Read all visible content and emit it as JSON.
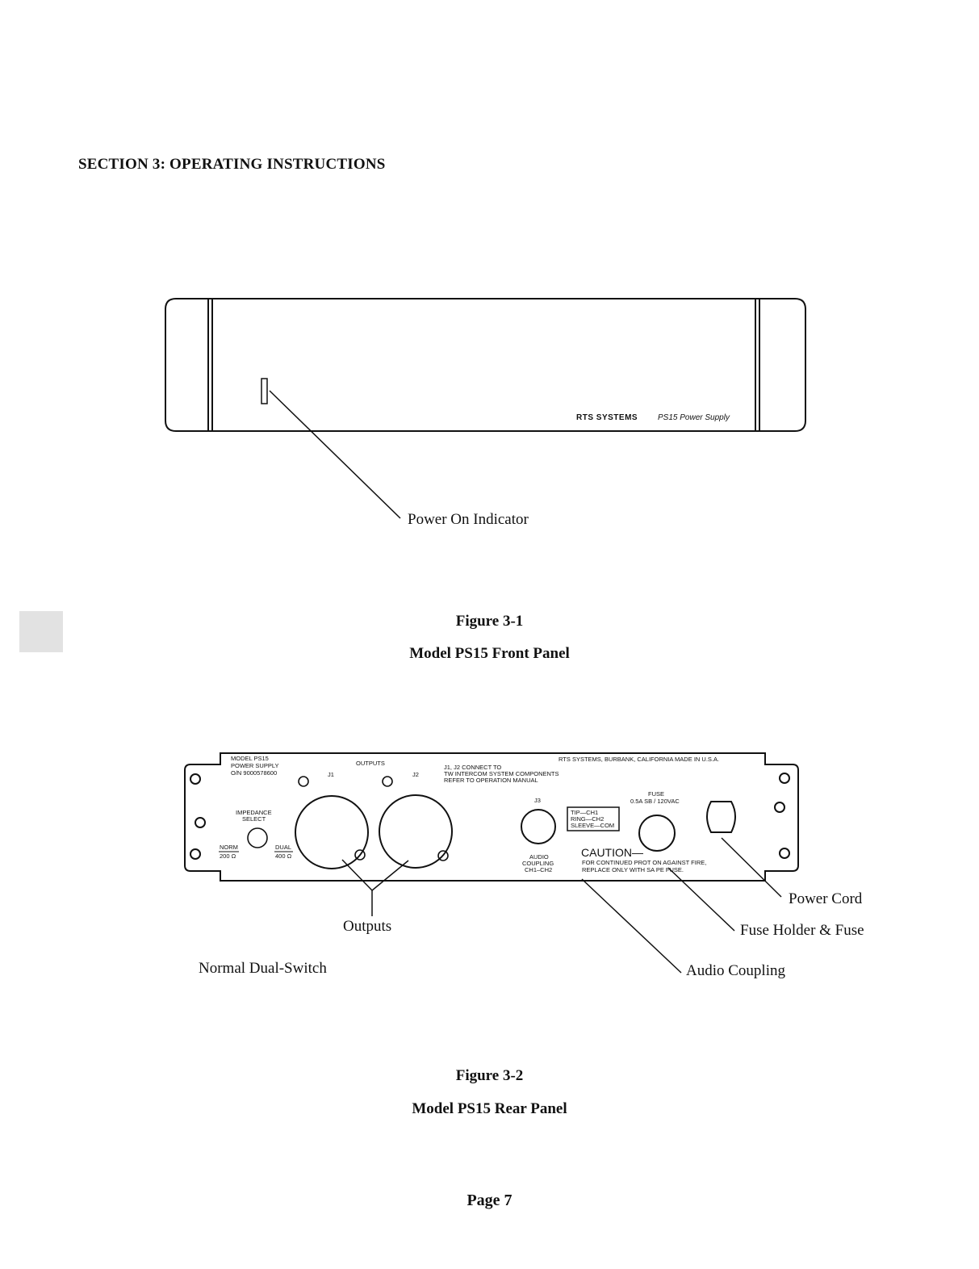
{
  "section_heading": "SECTION 3: OPERATING INSTRUCTIONS",
  "figure1": {
    "number": "Figure 3-1",
    "title": "Model PS15 Front Panel",
    "brand": "RTS SYSTEMS",
    "model_text": "PS15 Power Supply",
    "callout": "Power On Indicator"
  },
  "figure2": {
    "number": "Figure 3-2",
    "title": "Model PS15 Rear Panel",
    "panel": {
      "model_line1": "MODEL PS15",
      "model_line2": "POWER SUPPLY",
      "model_line3": "O/N 9000578600",
      "outputs": "OUTPUTS",
      "j1": "J1",
      "j2": "J2",
      "connect_line1": "J1, J2 CONNECT TO",
      "connect_line2": "TW INTERCOM SYSTEM COMPONENTS",
      "connect_line3": "REFER TO OPERATION MANUAL",
      "maker": "RTS SYSTEMS, BURBANK, CALIFORNIA   MADE IN U.S.A.",
      "impedance_line1": "IMPEDANCE",
      "impedance_line2": "SELECT",
      "norm": "NORM",
      "norm_value": "200 Ω",
      "dual": "DUAL",
      "dual_value": "400 Ω",
      "j3": "J3",
      "tip": "TIP—CH1",
      "ring": "RING—CH2",
      "sleeve": "SLEEVE—COM",
      "audio_line1": "AUDIO",
      "audio_line2": "COUPLING",
      "audio_line3": "CH1–CH2",
      "fuse": "FUSE",
      "fuse_rating": "0.5A SB / 120VAC",
      "caution": "CAUTION—",
      "caution_line1": "FOR CONTINUED PROT  ON AGAINST FIRE,",
      "caution_line2": "REPLACE ONLY WITH SA  PE FUSE."
    },
    "callouts": {
      "outputs": "Outputs",
      "normal_dual_switch": "Normal Dual-Switch",
      "power_cord": "Power Cord",
      "fuse_holder": "Fuse Holder & Fuse",
      "audio_coupling": "Audio Coupling"
    }
  },
  "page_number": "Page 7"
}
